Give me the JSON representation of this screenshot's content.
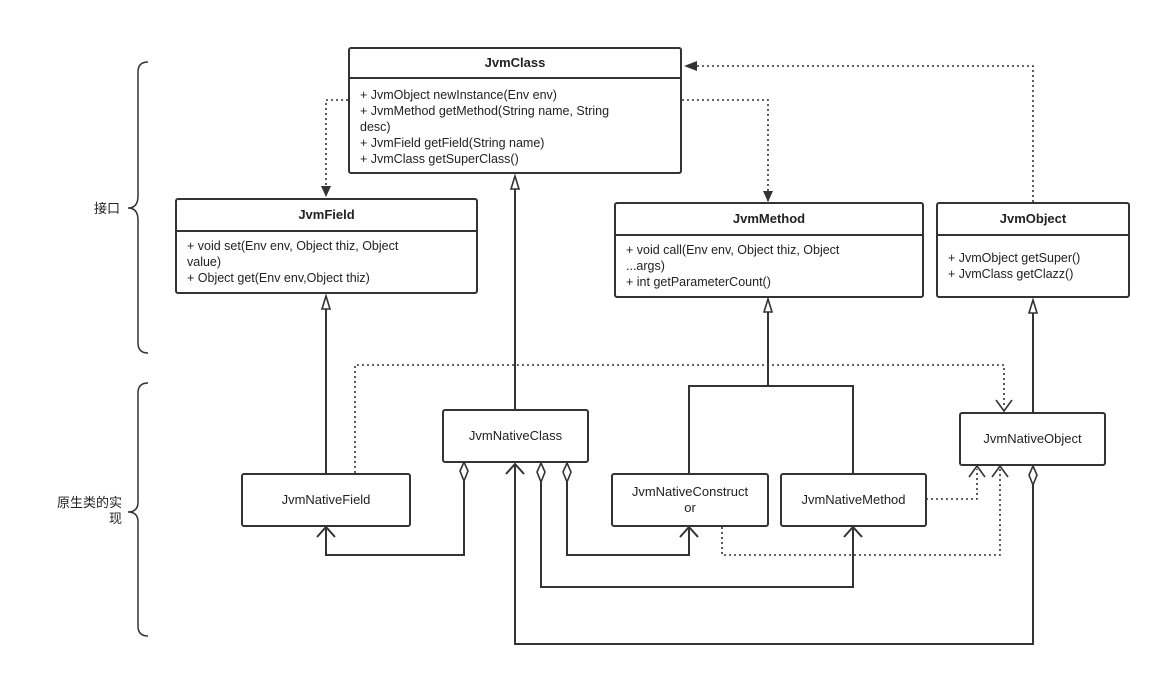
{
  "groups": {
    "interfaces_label": "接口",
    "native_impl_label_line1": "原生类的实",
    "native_impl_label_line2": "现"
  },
  "classes": {
    "jvm_class": {
      "name": "JvmClass",
      "members": [
        "+ JvmObject newInstance(Env env)",
        "+ JvmMethod getMethod(String name, String",
        "desc)",
        "+ JvmField getField(String name)",
        "+ JvmClass getSuperClass()"
      ]
    },
    "jvm_field": {
      "name": "JvmField",
      "members": [
        "+ void set(Env env, Object thiz, Object",
        "value)",
        "+ Object get(Env env,Object thiz)"
      ]
    },
    "jvm_method": {
      "name": "JvmMethod",
      "members": [
        "+ void call(Env env, Object thiz, Object",
        "...args)",
        "+ int getParameterCount()"
      ]
    },
    "jvm_object": {
      "name": "JvmObject",
      "members": [
        "+ JvmObject getSuper()",
        "+ JvmClass getClazz()"
      ]
    }
  },
  "native": {
    "class": "JvmNativeClass",
    "field": "JvmNativeField",
    "constructor_line1": "JvmNativeConstruct",
    "constructor_line2": "or",
    "method": "JvmNativeMethod",
    "object": "JvmNativeObject"
  },
  "colors": {
    "stroke": "#333333",
    "background": "#ffffff"
  }
}
